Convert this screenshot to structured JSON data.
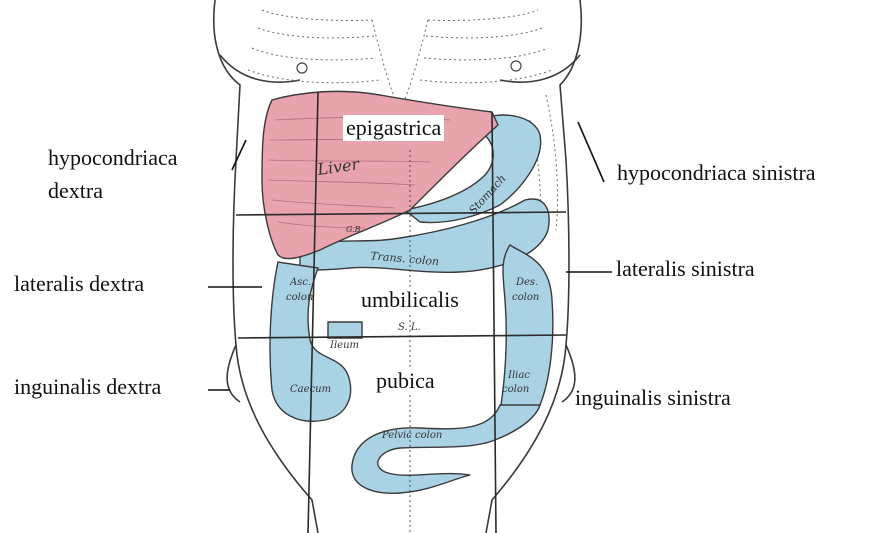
{
  "diagram": {
    "colors": {
      "liver": "#e8a3ad",
      "intestine": "#a9d3e5",
      "outline": "#3a3a3a"
    },
    "outer_labels": {
      "hypocondriaca_dextra_line1": "hypocondriaca",
      "hypocondriaca_dextra_line2": "dextra",
      "hypocondriaca_sinistra": "hypocondriaca sinistra",
      "lateralis_dextra": "lateralis dextra",
      "lateralis_sinistra": "lateralis sinistra",
      "inguinalis_dextra": "inguinalis dextra",
      "inguinalis_sinistra": "inguinalis sinistra"
    },
    "inner_labels": {
      "epigastrica": "epigastrica",
      "umbilicalis": "umbilicalis",
      "pubica": "pubica"
    },
    "organ_labels": {
      "liver": "Liver",
      "stomach": "Stomach",
      "trans_colon": "Trans. colon",
      "asc_colon_1": "Asc.",
      "asc_colon_2": "colon",
      "des_colon_1": "Des.",
      "des_colon_2": "colon",
      "ileum": "Ileum",
      "caecum": "Caecum",
      "iliac_colon_1": "Iliac",
      "iliac_colon_2": "colon",
      "pelvic_colon": "Pelvic colon",
      "sl": "S. L.",
      "gb": "G.B."
    }
  }
}
